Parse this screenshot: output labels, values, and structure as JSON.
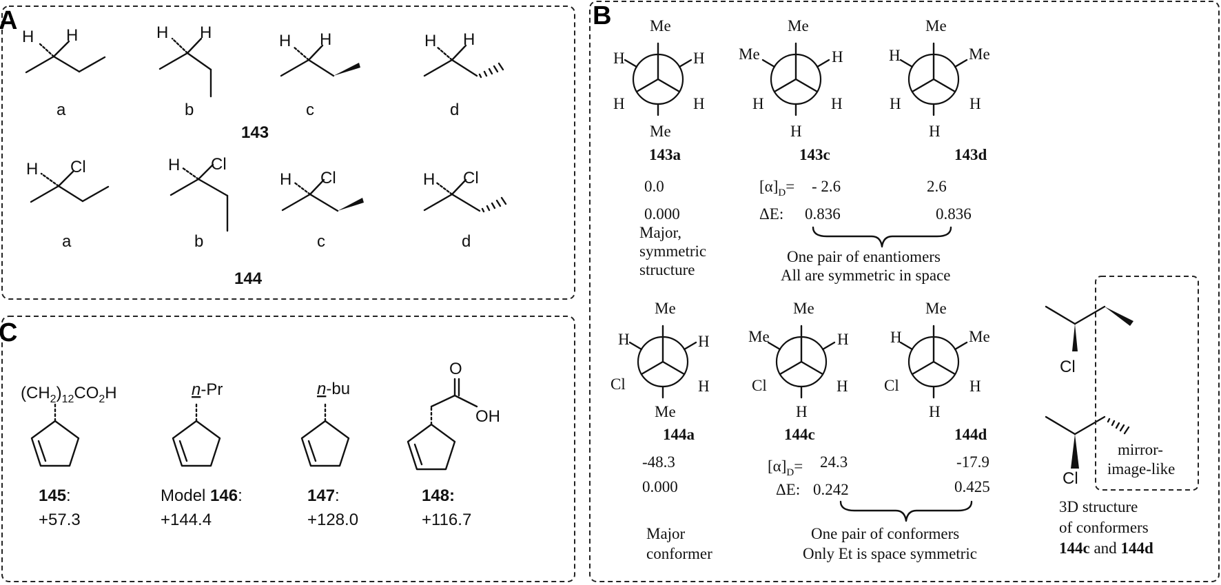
{
  "panels": {
    "a": "A",
    "b": "B",
    "c": "C"
  },
  "atoms": {
    "H": "H",
    "Cl": "Cl",
    "Me": "Me",
    "O": "O",
    "OH": "OH"
  },
  "panel_a": {
    "row1_letters": [
      "a",
      "b",
      "c",
      "d"
    ],
    "row1_compound": "143",
    "row2_letters": [
      "a",
      "b",
      "c",
      "d"
    ],
    "row2_compound": "144"
  },
  "panel_b": {
    "newman_top": [
      "143a",
      "143c",
      "143d"
    ],
    "newman_bottom": [
      "144a",
      "144c",
      "144d"
    ],
    "alpha_label": "[α]",
    "alpha_sub": "D",
    "alpha_eq": "=",
    "dE_label": "ΔE:",
    "top_values": {
      "a_alpha": "0.0",
      "a_dE": "0.000",
      "c_alpha": "- 2.6",
      "d_alpha": "2.6",
      "c_dE": "0.836",
      "d_dE": "0.836"
    },
    "bottom_values": {
      "a_alpha": "-48.3",
      "a_dE": "0.000",
      "c_alpha": "24.3",
      "d_alpha": "-17.9",
      "c_dE": "0.242",
      "d_dE": "0.425"
    },
    "note_143a": [
      "Major,",
      "symmetric",
      "structure"
    ],
    "note_143cd": [
      "One pair of enantiomers",
      "All are symmetric in space"
    ],
    "note_144a": [
      "Major",
      "conformer"
    ],
    "note_144cd": [
      "One pair of conformers",
      "Only Et is space symmetric"
    ],
    "mirror_note": [
      "mirror-",
      "image-like"
    ],
    "struct3d_note": [
      "3D structure",
      "of conformers"
    ],
    "struct3d_c": "144c",
    "struct3d_and": "and",
    "struct3d_d": "144d"
  },
  "panel_c": {
    "compounds": [
      {
        "substituent": "(CH2)12CO2H",
        "number": "145",
        "prefix": "",
        "suffix": ":",
        "value": "+57.3"
      },
      {
        "substituent": "n-Pr",
        "number": "146",
        "prefix": "Model ",
        "suffix": ":",
        "value": "+144.4"
      },
      {
        "substituent": "n-bu",
        "number": "147",
        "prefix": "",
        "suffix": ":",
        "value": "+128.0"
      },
      {
        "substituent": "",
        "number": "148:",
        "prefix": "",
        "suffix": "",
        "value": "+116.7"
      }
    ]
  }
}
